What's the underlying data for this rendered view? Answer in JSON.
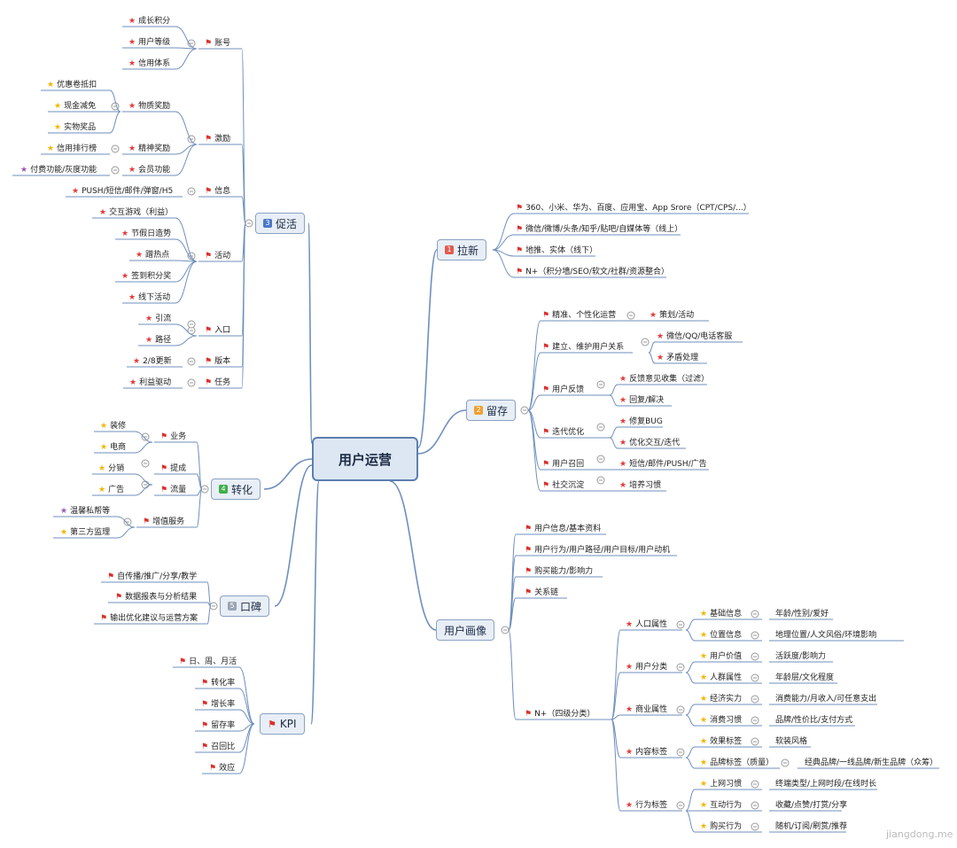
{
  "center": "用户运营",
  "watermark": "jiangdong.me",
  "colors": {
    "line": "#6f8fbd",
    "flag": "#d9302b",
    "star_red": "#e23b3b",
    "star_gold": "#f2b705",
    "star_purple": "#9b59b6"
  },
  "branches": {
    "lx": {
      "num": "1",
      "label": "拉新",
      "num_color": "#e05a4f"
    },
    "lc": {
      "num": "2",
      "label": "留存",
      "num_color": "#f0a030"
    },
    "cj": {
      "num": "3",
      "label": "促活",
      "num_color": "#4a78c8"
    },
    "zh": {
      "num": "4",
      "label": "转化",
      "num_color": "#3fae49"
    },
    "kb": {
      "num": "5",
      "label": "口碑",
      "num_color": "#9aa5b1"
    },
    "kpi": {
      "label": "KPI"
    },
    "hx": {
      "label": "用户画像"
    }
  },
  "lx_items": [
    "360、小米、华为、百度、应用宝、App Srore（CPT/CPS/...）",
    "微信/微博/头条/知乎/贴吧/自媒体等（线上）",
    "地推、实体（线下）",
    "N+（积分墙/SEO/软文/社群/资源整合）"
  ],
  "lc": {
    "l1": [
      "精准、个性化运营",
      "建立、维护用户关系",
      "用户反馈",
      "迭代优化",
      "用户召回",
      "社交沉淀"
    ],
    "l2": [
      "策划/活动",
      "微信/QQ/电话客服",
      "矛盾处理",
      "反馈意见收集（过滤）",
      "回复/解决",
      "修复BUG",
      "优化交互/迭代",
      "短信/邮件/PUSH/广告",
      "培养习惯"
    ]
  },
  "cj": {
    "l1": [
      "账号",
      "激励",
      "信息",
      "活动",
      "入口",
      "版本",
      "任务"
    ],
    "account": [
      "成长积分",
      "用户等级",
      "信用体系"
    ],
    "incentive_mid": [
      "物质奖励",
      "精神奖励",
      "会员功能"
    ],
    "incentive_leaf": [
      "优惠卷抵扣",
      "现金减免",
      "实物奖品",
      "信用排行榜",
      "付费功能/灰度功能"
    ],
    "info": [
      "PUSH/短信/邮件/弹窗/H5"
    ],
    "activity": [
      "交互游戏（利益）",
      "节假日造势",
      "蹭热点",
      "签到积分奖",
      "线下活动"
    ],
    "entry": [
      "引流",
      "路径"
    ],
    "version": [
      "2/8更新"
    ],
    "task": [
      "利益驱动"
    ]
  },
  "zh": {
    "l1": [
      "业务",
      "提成",
      "流量",
      "增值服务"
    ],
    "l2": [
      "装修",
      "电商",
      "分销",
      "广告",
      "温馨私帮等",
      "第三方监理"
    ]
  },
  "kb_items": [
    "自传播/推广/分享/教学",
    "数据报表与分析结果",
    "输出优化建议与运营方案"
  ],
  "kpi_items": [
    "日、周、月活",
    "转化率",
    "增长率",
    "留存率",
    "召回比",
    "效应"
  ],
  "hx": {
    "l1": [
      "用户信息/基本资料",
      "用户行为/用户路径/用户目标/用户动机",
      "购买能力/影响力",
      "关系链",
      "N+（四级分类）"
    ],
    "l2": [
      "人口属性",
      "用户分类",
      "商业属性",
      "内容标签",
      "行为标签"
    ],
    "l3": [
      "基础信息",
      "位置信息",
      "用户价值",
      "人群属性",
      "经济实力",
      "消费习惯",
      "效果标签",
      "品牌标签（质量）",
      "上网习惯",
      "互动行为",
      "购买行为"
    ],
    "l4": [
      "年龄/性别/爱好",
      "地理位置/人文风俗/环境影响",
      "活跃度/影响力",
      "年龄层/文化程度",
      "消费能力/月收入/可任意支出",
      "品牌/性价比/支付方式",
      "软装风格",
      "经典品牌/一线品牌/新生品牌（众筹）",
      "终端类型/上网时段/在线时长",
      "收藏/点赞/打赏/分享",
      "随机/订阅/刷赏/推荐"
    ]
  }
}
